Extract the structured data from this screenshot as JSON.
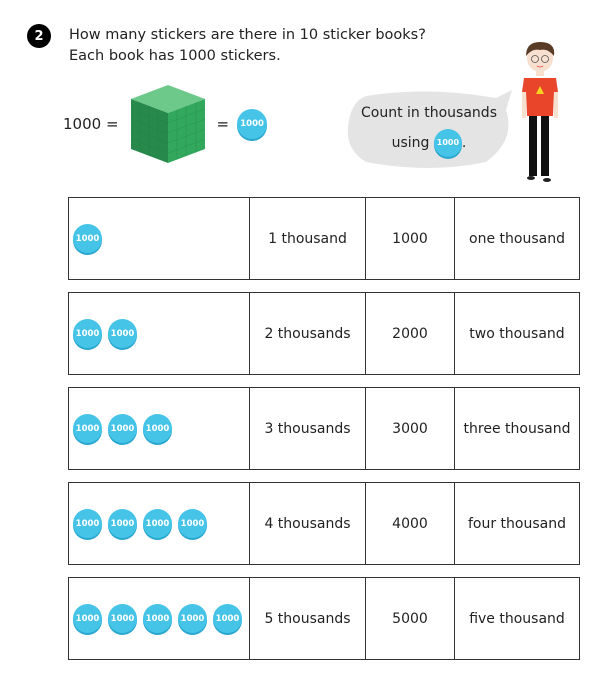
{
  "question": {
    "number": "2",
    "line1": "How many stickers are there in 10 sticker books?",
    "line2": "Each book has 1000 stickers."
  },
  "equation": {
    "left": "1000 =",
    "middle": "=",
    "counter_label": "1000"
  },
  "speech_bubble": {
    "line1": "Count in thousands",
    "line2_prefix": "using",
    "counter_label": "1000",
    "line2_suffix": "."
  },
  "table": {
    "rows": [
      {
        "counters": 1,
        "words_num": "1 thousand",
        "numeral": "1000",
        "words": "one thousand"
      },
      {
        "counters": 2,
        "words_num": "2 thousands",
        "numeral": "2000",
        "words": "two thousand"
      },
      {
        "counters": 3,
        "words_num": "3 thousands",
        "numeral": "3000",
        "words": "three thousand"
      },
      {
        "counters": 4,
        "words_num": "4 thousands",
        "numeral": "4000",
        "words": "four thousand"
      },
      {
        "counters": 5,
        "words_num": "5 thousands",
        "numeral": "5000",
        "words": "five thousand"
      }
    ],
    "counter_label": "1000"
  },
  "colors": {
    "counter": "#45c4e8",
    "cube": "#2e9e5a",
    "bubble": "#e4e4e4"
  }
}
